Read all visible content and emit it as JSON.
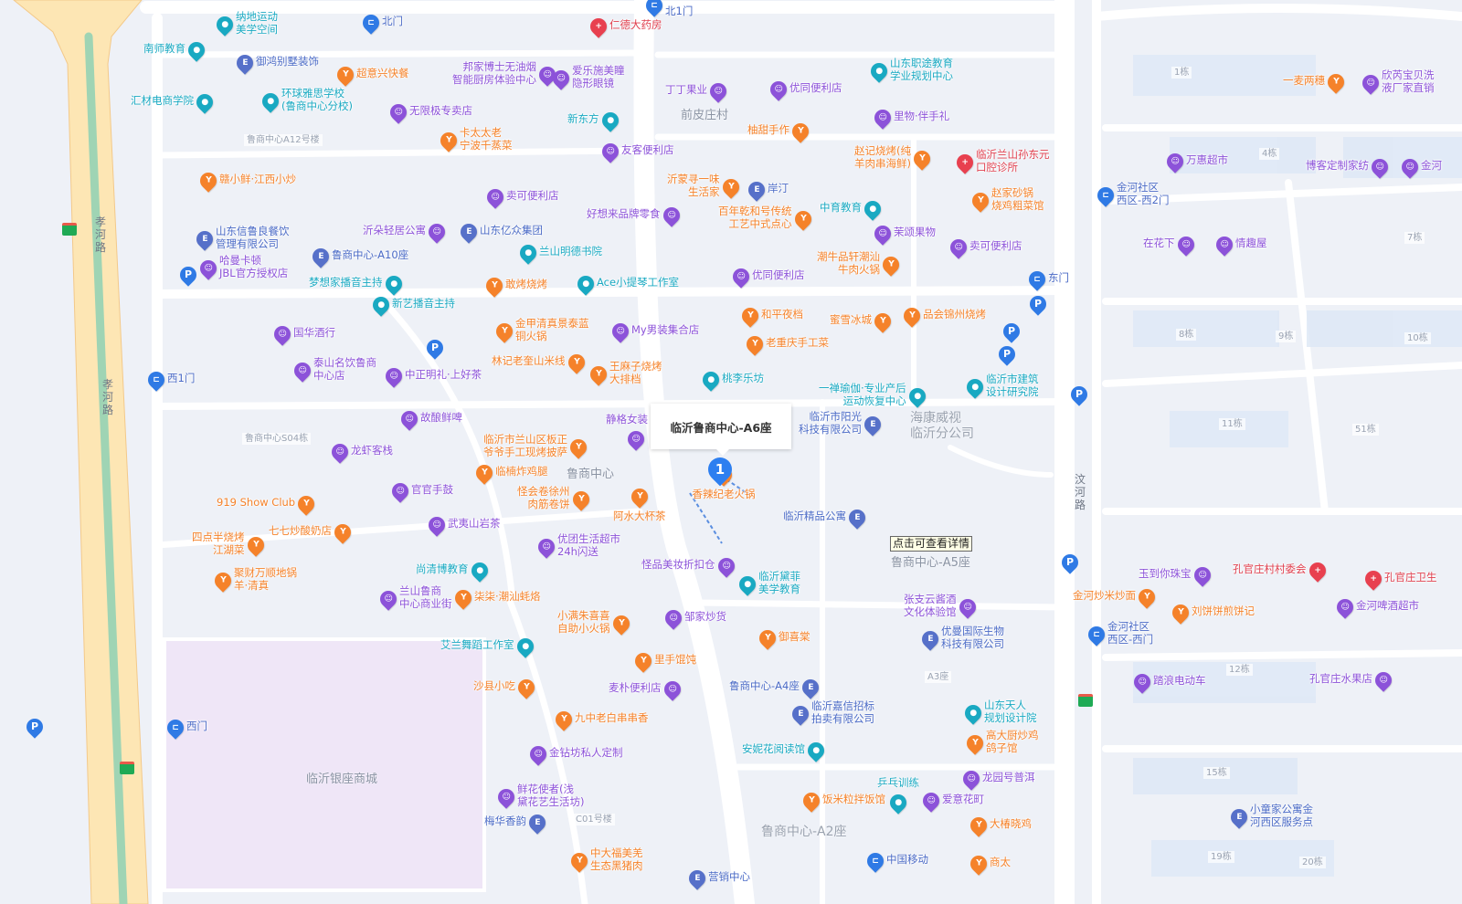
{
  "colors": {
    "food": "#f5822a",
    "shop": "#8c52d9",
    "edu": "#19a9c2",
    "company": "#5670c9",
    "gate": "#2f7ae5",
    "medical": "#e8404f",
    "marker": "#2d7ff0"
  },
  "selected_place": {
    "title": "临沂鲁商中心-A6座",
    "marker_number": "1"
  },
  "tooltip": "点击可查看详情",
  "roads": [
    "孝\n河\n路",
    "孝\n河\n路",
    "汶\n河\n路"
  ],
  "areas": [
    "前皮庄村",
    "海康威视\n临沂分公司",
    "鲁商中心",
    "临沂银座商城",
    "鲁商中心-A2座",
    "鲁商中心-A5座"
  ],
  "buildings": [
    "鲁商中心A12号楼",
    "鲁商中心S04栋",
    "A3座",
    "C01号楼",
    "1栋",
    "4栋",
    "7栋",
    "8栋",
    "9栋",
    "10栋",
    "11栋",
    "51栋",
    "12栋",
    "15栋",
    "19栋",
    "20栋"
  ],
  "parking_label": "P",
  "pois": [
    {
      "label": "纳地运动\n美学空间",
      "cat": "edu"
    },
    {
      "label": "北门",
      "cat": "gate"
    },
    {
      "label": "仁德大药房",
      "cat": "medical"
    },
    {
      "label": "北1门",
      "cat": "gate"
    },
    {
      "label": "南师教育",
      "cat": "edu"
    },
    {
      "label": "御鸿别墅装饰",
      "cat": "company"
    },
    {
      "label": "超意兴快餐",
      "cat": "food"
    },
    {
      "label": "邦家博士无油烟\n智能厨房体验中心",
      "cat": "shop"
    },
    {
      "label": "爱乐施美瞳\n隐形眼镜",
      "cat": "shop"
    },
    {
      "label": "山东职途教育\n学业规划中心",
      "cat": "edu"
    },
    {
      "label": "汇材电商学院",
      "cat": "edu"
    },
    {
      "label": "环球雅思学校\n(鲁商中心分校)",
      "cat": "edu"
    },
    {
      "label": "丁丁果业",
      "cat": "shop"
    },
    {
      "label": "优同便利店",
      "cat": "shop"
    },
    {
      "label": "无限极专卖店",
      "cat": "shop"
    },
    {
      "label": "里物·伴手礼",
      "cat": "shop"
    },
    {
      "label": "新东方",
      "cat": "edu"
    },
    {
      "label": "卡太太老\n宁波千蒸菜",
      "cat": "food"
    },
    {
      "label": "柚甜手作",
      "cat": "food"
    },
    {
      "label": "友客便利店",
      "cat": "shop"
    },
    {
      "label": "赵记烧烤(纯\n羊肉串海鲜)",
      "cat": "food"
    },
    {
      "label": "临沂兰山孙东元\n口腔诊所",
      "cat": "medical"
    },
    {
      "label": "赣小鲜·江西小炒",
      "cat": "food"
    },
    {
      "label": "沂蒙寻一味\n生活家",
      "cat": "food"
    },
    {
      "label": "岸汀",
      "cat": "company"
    },
    {
      "label": "卖可便利店",
      "cat": "shop"
    },
    {
      "label": "赵家砂锅\n烧鸡粗菜馆",
      "cat": "food"
    },
    {
      "label": "中育教育",
      "cat": "edu"
    },
    {
      "label": "好想来品牌零食",
      "cat": "shop"
    },
    {
      "label": "百年乾和号传统\n工艺中式点心",
      "cat": "food"
    },
    {
      "label": "山东信鲁良餐饮\n管理有限公司",
      "cat": "company"
    },
    {
      "label": "沂朵轻居公寓",
      "cat": "shop"
    },
    {
      "label": "山东亿众集团",
      "cat": "company"
    },
    {
      "label": "茉颂果物",
      "cat": "shop"
    },
    {
      "label": "兰山明德书院",
      "cat": "edu"
    },
    {
      "label": "鲁商中心-A10座",
      "cat": "company"
    },
    {
      "label": "卖可便利店",
      "cat": "shop"
    },
    {
      "label": "哈曼卡顿\nJBL官方授权店",
      "cat": "shop"
    },
    {
      "label": "潮牛品轩潮汕\n牛肉火锅",
      "cat": "food"
    },
    {
      "label": "梦想家播音主持",
      "cat": "edu"
    },
    {
      "label": "敢烤烧烤",
      "cat": "food"
    },
    {
      "label": "Ace小提琴工作室",
      "cat": "edu"
    },
    {
      "label": "优同便利店",
      "cat": "shop"
    },
    {
      "label": "新艺播音主持",
      "cat": "edu"
    },
    {
      "label": "东门",
      "cat": "gate"
    },
    {
      "label": "和平夜档",
      "cat": "food"
    },
    {
      "label": "蜜雪冰城",
      "cat": "food"
    },
    {
      "label": "品会锦州烧烤",
      "cat": "food"
    },
    {
      "label": "金甲清真景泰蓝\n铜火锅",
      "cat": "food"
    },
    {
      "label": "My男装集合店",
      "cat": "shop"
    },
    {
      "label": "国华酒行",
      "cat": "shop"
    },
    {
      "label": "老重庆手工菜",
      "cat": "food"
    },
    {
      "label": "泰山名饮鲁商\n中心店",
      "cat": "shop"
    },
    {
      "label": "中正明礼·上好茶",
      "cat": "shop"
    },
    {
      "label": "林记老奎山米线",
      "cat": "food"
    },
    {
      "label": "王麻子烧烤\n大排档",
      "cat": "food"
    },
    {
      "label": "桃李乐坊",
      "cat": "edu"
    },
    {
      "label": "一禅瑜伽·专业产后\n运动恢复中心",
      "cat": "edu"
    },
    {
      "label": "临沂市建筑\n设计研究院",
      "cat": "edu"
    },
    {
      "label": "西1门",
      "cat": "gate"
    },
    {
      "label": "静格女装",
      "cat": "shop"
    },
    {
      "label": "故酿鲜啤",
      "cat": "shop"
    },
    {
      "label": "临沂市阳光\n科技有限公司",
      "cat": "company"
    },
    {
      "label": "临沂市兰山区板正\n爷爷手工现烤披萨",
      "cat": "food"
    },
    {
      "label": "龙虾客栈",
      "cat": "shop"
    },
    {
      "label": "临楠炸鸡腿",
      "cat": "food"
    },
    {
      "label": "香辣纪老火锅",
      "cat": "food"
    },
    {
      "label": "官官手鼓",
      "cat": "shop"
    },
    {
      "label": "怪会卷徐州\n肉筋卷饼",
      "cat": "food"
    },
    {
      "label": "阿水大杯茶",
      "cat": "food"
    },
    {
      "label": "919 Show Club",
      "cat": "food"
    },
    {
      "label": "临沂精品公寓",
      "cat": "company"
    },
    {
      "label": "四点半烧烤\n江湖菜",
      "cat": "food"
    },
    {
      "label": "七七炒酸奶店",
      "cat": "food"
    },
    {
      "label": "武夷山岩茶",
      "cat": "shop"
    },
    {
      "label": "优团生活超市\n24h闪送",
      "cat": "shop"
    },
    {
      "label": "尚清博教育",
      "cat": "edu"
    },
    {
      "label": "怪品美妆折扣仓",
      "cat": "shop"
    },
    {
      "label": "临沂黛菲\n美学教育",
      "cat": "edu"
    },
    {
      "label": "聚财万顺地锅\n羊·清真",
      "cat": "food"
    },
    {
      "label": "兰山鲁商\n中心商业街",
      "cat": "shop"
    },
    {
      "label": "柒柒·潮汕蚝烙",
      "cat": "food"
    },
    {
      "label": "张支云酱酒\n文化体验馆",
      "cat": "shop"
    },
    {
      "label": "小满朱喜喜\n自助小火锅",
      "cat": "food"
    },
    {
      "label": "邹家炒货",
      "cat": "shop"
    },
    {
      "label": "优曼国际生物\n科技有限公司",
      "cat": "company"
    },
    {
      "label": "御喜棠",
      "cat": "food"
    },
    {
      "label": "艾兰舞蹈工作室",
      "cat": "edu"
    },
    {
      "label": "里手馄饨",
      "cat": "food"
    },
    {
      "label": "沙县小吃",
      "cat": "food"
    },
    {
      "label": "麦朴便利店",
      "cat": "shop"
    },
    {
      "label": "鲁商中心-A4座",
      "cat": "company"
    },
    {
      "label": "临沂嘉信招标\n拍卖有限公司",
      "cat": "company"
    },
    {
      "label": "山东天人\n规划设计院",
      "cat": "edu"
    },
    {
      "label": "九中老白串串香",
      "cat": "food"
    },
    {
      "label": "高大厨炒鸡\n鸽子馆",
      "cat": "food"
    },
    {
      "label": "金钻坊私人定制",
      "cat": "shop"
    },
    {
      "label": "安妮花阅读馆",
      "cat": "edu"
    },
    {
      "label": "龙园号普洱",
      "cat": "shop"
    },
    {
      "label": "鲜花使者(浅\n黛花艺生活坊)",
      "cat": "shop"
    },
    {
      "label": "饭米粒拌饭馆",
      "cat": "food"
    },
    {
      "label": "乒乓训练",
      "cat": "edu"
    },
    {
      "label": "爱意花町",
      "cat": "shop"
    },
    {
      "label": "梅华香韵",
      "cat": "company"
    },
    {
      "label": "大椿晓鸡",
      "cat": "food"
    },
    {
      "label": "中大福美羌\n生态黑猪肉",
      "cat": "food"
    },
    {
      "label": "中国移动",
      "cat": "gate"
    },
    {
      "label": "营销中心",
      "cat": "company"
    },
    {
      "label": "商太",
      "cat": "food"
    },
    {
      "label": "西门",
      "cat": "gate"
    },
    {
      "label": "一麦两穗",
      "cat": "food"
    },
    {
      "label": "欣芮宝贝洗\n液厂家直销",
      "cat": "shop"
    },
    {
      "label": "万惠超市",
      "cat": "shop"
    },
    {
      "label": "博客定制家纺",
      "cat": "shop"
    },
    {
      "label": "金河",
      "cat": "shop"
    },
    {
      "label": "金河社区\n西区-西2门",
      "cat": "gate"
    },
    {
      "label": "在花下",
      "cat": "shop"
    },
    {
      "label": "情趣屋",
      "cat": "shop"
    },
    {
      "label": "玉到你珠宝",
      "cat": "shop"
    },
    {
      "label": "孔官庄村村委会",
      "cat": "medical"
    },
    {
      "label": "孔官庄卫生",
      "cat": "medical"
    },
    {
      "label": "金河炒米炒面",
      "cat": "food"
    },
    {
      "label": "刘饼饼煎饼记",
      "cat": "food"
    },
    {
      "label": "金河啤酒超市",
      "cat": "shop"
    },
    {
      "label": "金河社区\n西区-西门",
      "cat": "gate"
    },
    {
      "label": "踏浪电动车",
      "cat": "shop"
    },
    {
      "label": "孔官庄水果店",
      "cat": "shop"
    },
    {
      "label": "小童家公寓金\n河西区服务点",
      "cat": "company"
    }
  ]
}
